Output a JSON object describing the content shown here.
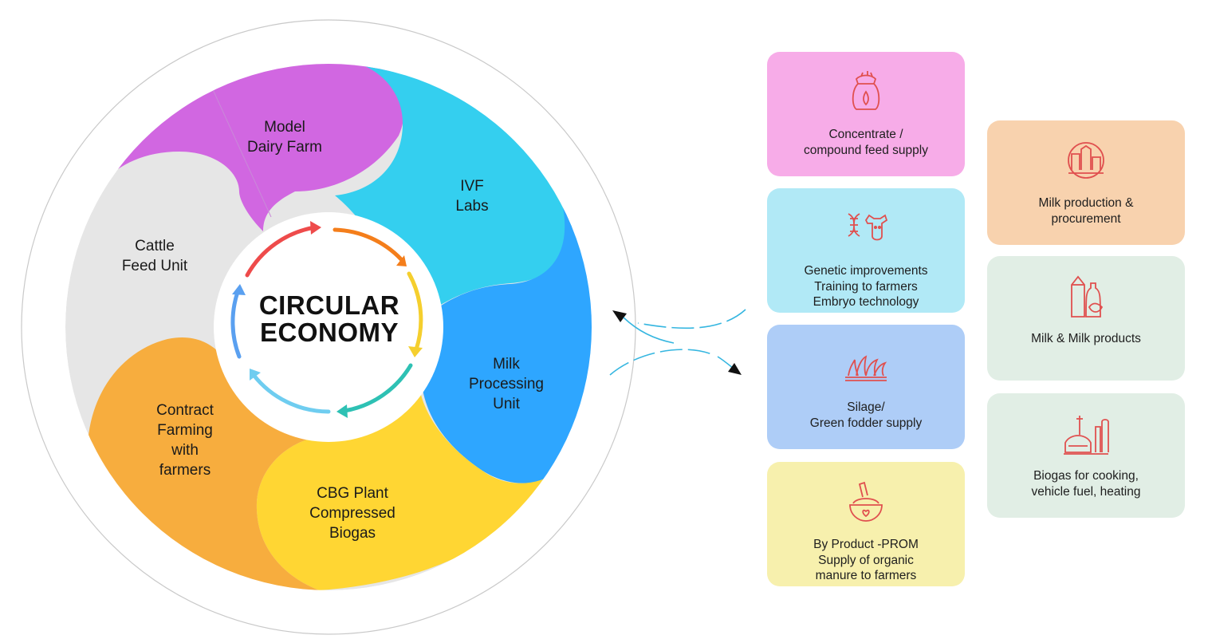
{
  "center_title": "CIRCULAR\nECONOMY",
  "segments": {
    "model_dairy_farm": "Model\nDairy Farm",
    "ivf_labs": "IVF\nLabs",
    "milk_processing_unit": "Milk\nProcessing\nUnit",
    "cbg_plant": "CBG Plant\nCompressed\nBiogas",
    "contract_farming": "Contract\nFarming\nwith\nfarmers",
    "cattle_feed_unit": "Cattle\nFeed Unit"
  },
  "colors": {
    "purple": "#D167E1",
    "cyan": "#34CFEF",
    "blue": "#2EA6FF",
    "yellow": "#FFD633",
    "orange": "#F7AD3E",
    "grey": "#E6E6E6",
    "icon": "#E0504F",
    "connector": "#35B6E0"
  },
  "cards_left": [
    {
      "text": "Concentrate /\ncompound feed supply",
      "icon": "feed-sack-icon",
      "bg": "#F7ACE8"
    },
    {
      "text": "Genetic improvements\nTraining to farmers\nEmbryo technology",
      "icon": "dna-cow-icon",
      "bg": "#B1E9F6"
    },
    {
      "text": "Silage/\nGreen fodder supply",
      "icon": "grass-icon",
      "bg": "#AECDF7"
    },
    {
      "text": "By Product -PROM\nSupply of organic\nmanure to farmers",
      "icon": "manure-bowl-icon",
      "bg": "#F7F0AD"
    }
  ],
  "cards_right": [
    {
      "text": "Milk production &\nprocurement",
      "icon": "dairy-plant-icon",
      "bg": "#F8D2AE"
    },
    {
      "text": "Milk & Milk products",
      "icon": "milk-carton-icon",
      "bg": "#E1EEE5"
    },
    {
      "text": "Biogas for cooking,\nvehicle fuel, heating",
      "icon": "biogas-plant-icon",
      "bg": "#E1EEE5"
    }
  ]
}
